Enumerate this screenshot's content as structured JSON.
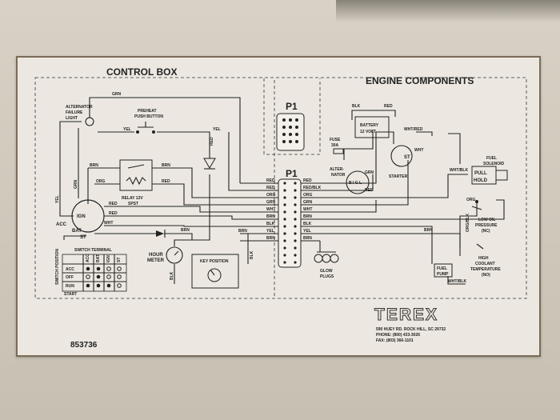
{
  "sections": {
    "control_box": "CONTROL BOX",
    "engine_components": "ENGINE COMPONENTS"
  },
  "connectors": {
    "p1_top": "P1",
    "p1_main": "P1"
  },
  "components": {
    "alt_light_1": "ALTERNATOR",
    "alt_light_2": "FAILURE",
    "alt_light_3": "LIGHT",
    "preheat_1": "PREHEAT",
    "preheat_2": "PUSH BUTTON",
    "relay_1": "RELAY 12V",
    "relay_2": "SPST",
    "ign_switch": "IGN",
    "acc": "ACC",
    "bat": "BAT",
    "st": "ST",
    "hour_1": "HOUR",
    "hour_2": "METER",
    "key_position": "KEY POSITION",
    "switch_terminal": "SWITCH TERMINAL",
    "switch_position": "SWITCH POSITION",
    "battery_1": "BATTERY",
    "battery_2": "12 VOLT",
    "fuse_1": "FUSE",
    "fuse_2": "30A",
    "alternator_1": "ALTER-",
    "alternator_2": "NATOR",
    "big": "B I G L",
    "starter": "STARTER",
    "fuel_solenoid_1": "FUEL",
    "fuel_solenoid_2": "SOLENOID",
    "pull": "PULL",
    "hold": "HOLD",
    "low_oil_1": "LOW OIL",
    "low_oil_2": "PRESSURE",
    "low_oil_3": "(NC)",
    "coolant_1": "HIGH",
    "coolant_2": "COOLANT",
    "coolant_3": "TEMPERATURE",
    "coolant_4": "(NO)",
    "glow_1": "GLOW",
    "glow_2": "PLUGS",
    "fuel_pump_1": "FUEL",
    "fuel_pump_2": "PUMP"
  },
  "switch_table": {
    "columns": [
      "ACC",
      "BAT",
      "IGN",
      "ST"
    ],
    "rows": [
      "ACC",
      "OFF",
      "RUN",
      "START"
    ]
  },
  "wire_labels": {
    "grn_top": "GRN",
    "yel_left": "YEL",
    "yel_right": "YEL",
    "grn_left": "GRN",
    "brn_relay_l": "BRN",
    "brn_relay_r": "BRN",
    "org_relay": "ORG",
    "red_relay": "RED",
    "yel_ign": "YEL",
    "red_ign1": "RED",
    "red_ign2": "RED",
    "wht_ign": "WHT",
    "brn_hour": "BRN",
    "brn_mid": "BRN",
    "blk_hour": "BLK",
    "blk_mid": "BLK",
    "red_vert": "RED",
    "blk_batt": "BLK",
    "red_batt": "RED",
    "wht_red": "WHT/RED",
    "wht": "WHT",
    "wht_blk": "WHT/BLK",
    "grn_alt": "GRN",
    "red_alt": "RED",
    "org_eng": "ORG",
    "org_blk": "ORG/BLK",
    "brn_eng": "BRN",
    "wht_blk_pump": "WHT/BLK"
  },
  "p1_left": [
    "RED",
    "RED",
    "ORG",
    "GRN",
    "WHT",
    "BRN",
    "BLK",
    "YEL",
    "BRN"
  ],
  "p1_right": [
    "RED",
    "RED/BLK",
    "ORG",
    "GRN",
    "WHT",
    "BRN",
    "BLK",
    "YEL",
    "BRN"
  ],
  "maker": {
    "brand": "TEREX",
    "address": "590 HUEY RD. ROCK HILL, SC 29732",
    "phone": "PHONE: (800) 433-3026",
    "fax": "FAX: (803) 366-1101"
  },
  "part_number": "853736"
}
